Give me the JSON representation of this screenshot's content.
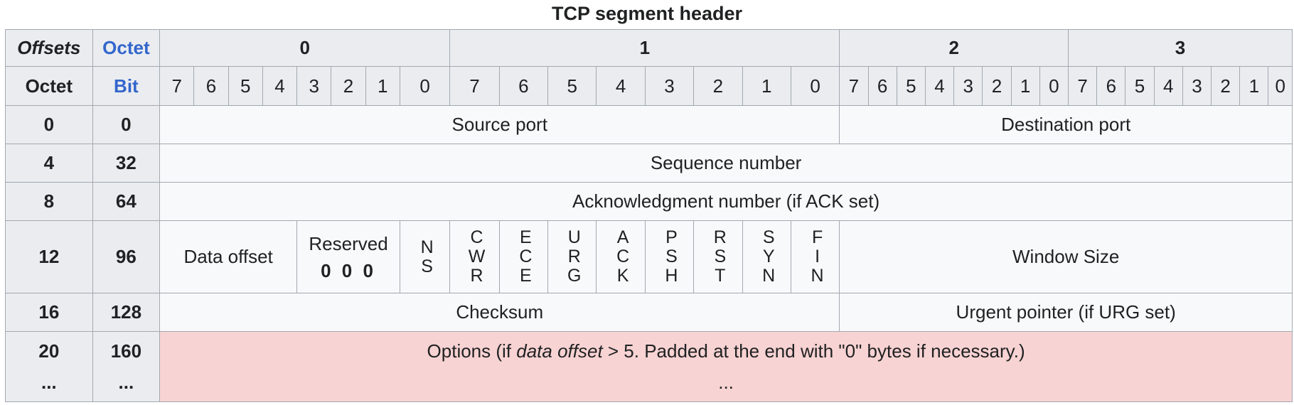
{
  "caption": "TCP segment header",
  "header": {
    "offsets": "Offsets",
    "octet_blue": "Octet",
    "octet": "Octet",
    "bit": "Bit",
    "octets": [
      "0",
      "1",
      "2",
      "3"
    ],
    "bits": [
      "7",
      "6",
      "5",
      "4",
      "3",
      "2",
      "1",
      "0",
      "7",
      "6",
      "5",
      "4",
      "3",
      "2",
      "1",
      "0",
      "7",
      "6",
      "5",
      "4",
      "3",
      "2",
      "1",
      "0",
      "7",
      "6",
      "5",
      "4",
      "3",
      "2",
      "1",
      "0"
    ]
  },
  "rows": {
    "r0": {
      "octet": "0",
      "bit": "0",
      "source_port": "Source port",
      "destination_port": "Destination port"
    },
    "r4": {
      "octet": "4",
      "bit": "32",
      "sequence_number": "Sequence number"
    },
    "r8": {
      "octet": "8",
      "bit": "64",
      "ack_number": "Acknowledgment number (if ACK set)"
    },
    "r12": {
      "octet": "12",
      "bit": "96",
      "data_offset": "Data offset",
      "reserved_label": "Reserved",
      "reserved_bits": "0 0 0",
      "flags": {
        "ns": [
          "N",
          "S"
        ],
        "cwr": [
          "C",
          "W",
          "R"
        ],
        "ece": [
          "E",
          "C",
          "E"
        ],
        "urg": [
          "U",
          "R",
          "G"
        ],
        "ack": [
          "A",
          "C",
          "K"
        ],
        "psh": [
          "P",
          "S",
          "H"
        ],
        "rst": [
          "R",
          "S",
          "T"
        ],
        "syn": [
          "S",
          "Y",
          "N"
        ],
        "fin": [
          "F",
          "I",
          "N"
        ]
      },
      "window_size": "Window Size"
    },
    "r16": {
      "octet": "16",
      "bit": "128",
      "checksum": "Checksum",
      "urgent_pointer": "Urgent pointer (if URG set)"
    },
    "r20": {
      "octet": "20",
      "bit": "160",
      "octet_more": "...",
      "bit_more": "...",
      "options_pre": "Options (if ",
      "options_em": "data offset",
      "options_post": " > 5. Padded at the end with \"0\" bytes if necessary.)",
      "options_more": "..."
    }
  }
}
